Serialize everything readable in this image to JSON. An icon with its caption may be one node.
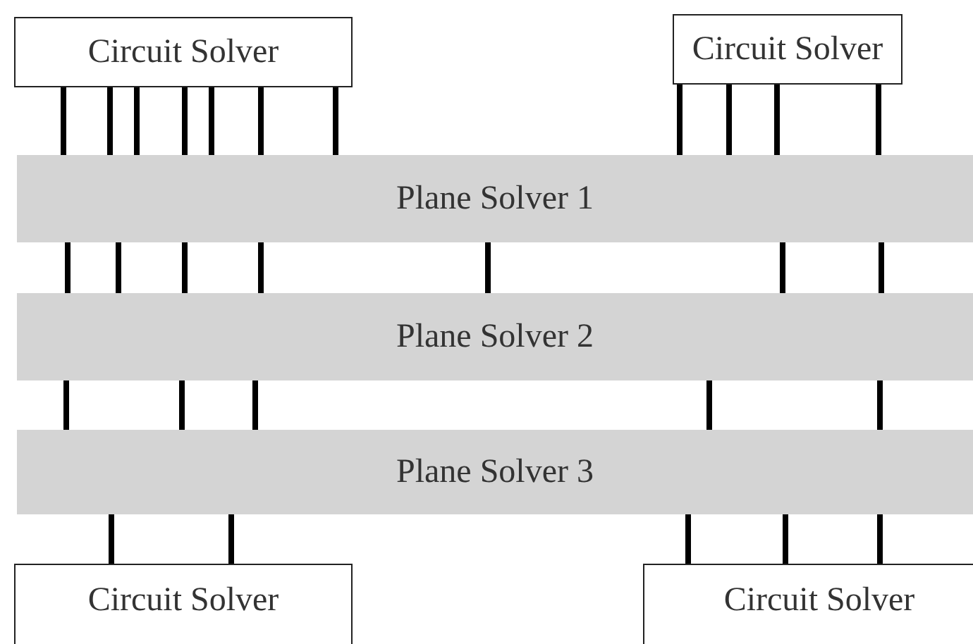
{
  "diagram": {
    "nodes": [
      {
        "text": [
          "Circuit Solver"
        ]
      },
      {
        "text": [
          "Circuit Solver"
        ]
      },
      {
        "text": [
          "Plane Solver 1"
        ]
      },
      {
        "text": [
          "Plane Solver 2"
        ]
      },
      {
        "text": [
          "Plane Solver 3"
        ]
      },
      {
        "text": [
          "Circuit Solver"
        ]
      },
      {
        "text": [
          "Circuit Solver"
        ]
      }
    ],
    "edges": [
      {
        "from": 0,
        "to": 2,
        "arrow": "none"
      },
      {
        "from": 0,
        "to": 2,
        "arrow": "none"
      },
      {
        "from": 0,
        "to": 2,
        "arrow": "none"
      },
      {
        "from": 0,
        "to": 2,
        "arrow": "none"
      },
      {
        "from": 0,
        "to": 2,
        "arrow": "none"
      },
      {
        "from": 0,
        "to": 2,
        "arrow": "none"
      },
      {
        "from": 0,
        "to": 2,
        "arrow": "none"
      },
      {
        "from": 1,
        "to": 2,
        "arrow": "none"
      },
      {
        "from": 1,
        "to": 2,
        "arrow": "none"
      },
      {
        "from": 1,
        "to": 2,
        "arrow": "none"
      },
      {
        "from": 1,
        "to": 2,
        "arrow": "none"
      },
      {
        "from": 2,
        "to": 3,
        "arrow": "none"
      },
      {
        "from": 2,
        "to": 3,
        "arrow": "none"
      },
      {
        "from": 2,
        "to": 3,
        "arrow": "none"
      },
      {
        "from": 2,
        "to": 3,
        "arrow": "none"
      },
      {
        "from": 2,
        "to": 3,
        "arrow": "none"
      },
      {
        "from": 2,
        "to": 3,
        "arrow": "none"
      },
      {
        "from": 2,
        "to": 3,
        "arrow": "none"
      },
      {
        "from": 3,
        "to": 4,
        "arrow": "none"
      },
      {
        "from": 3,
        "to": 4,
        "arrow": "none"
      },
      {
        "from": 3,
        "to": 4,
        "arrow": "none"
      },
      {
        "from": 3,
        "to": 4,
        "arrow": "none"
      },
      {
        "from": 3,
        "to": 4,
        "arrow": "none"
      },
      {
        "from": 4,
        "to": 5,
        "arrow": "none"
      },
      {
        "from": 4,
        "to": 5,
        "arrow": "none"
      },
      {
        "from": 4,
        "to": 6,
        "arrow": "none"
      },
      {
        "from": 4,
        "to": 6,
        "arrow": "none"
      },
      {
        "from": 4,
        "to": 6,
        "arrow": "none"
      }
    ]
  }
}
